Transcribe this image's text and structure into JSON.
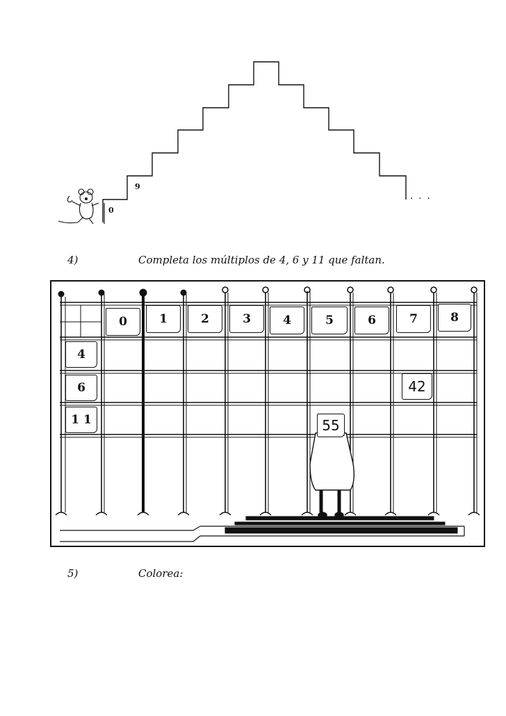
{
  "stairs": {
    "label_start": "0",
    "label_step1": "9",
    "ellipsis": ". . ."
  },
  "exercise4": {
    "number": "4)",
    "instruction": "Completa los múltiplos de 4, 6 y 11 que faltan.",
    "top_cards": [
      "0",
      "1",
      "2",
      "3",
      "4",
      "5",
      "6",
      "7",
      "8"
    ],
    "side_cards": [
      "4",
      "6",
      "1 1"
    ],
    "hanging_card": "42",
    "character_card": "55"
  },
  "exercise5": {
    "number": "5)",
    "instruction": "Colorea:"
  }
}
